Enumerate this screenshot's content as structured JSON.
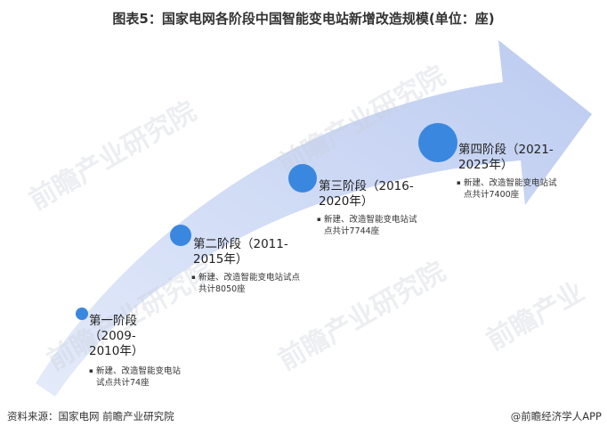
{
  "title": "图表5：国家电网各阶段中国智能变电站新增改造规模(单位：座)",
  "stages": [
    {
      "label": "第一阶段（2009-2010年）",
      "desc": "新建、改造智能变电站试点共计74座",
      "count": 74
    },
    {
      "label": "第二阶段（2011-2015年）",
      "desc": "新建、改造智能变电站试点共计8050座",
      "count": 8050
    },
    {
      "label": "第三阶段（2016-2020年）",
      "desc": "新建、改造智能变电站试点共计7744座",
      "count": 7744
    },
    {
      "label": "第四阶段（2021-2025年）",
      "desc": "新建、改造智能变电站试点共计7400座",
      "count": 7400
    }
  ],
  "watermark": "前瞻产业研究院",
  "footer": {
    "source": "资料来源：国家电网 前瞻产业研究院",
    "credit": "@前瞻经济学人APP"
  },
  "colors": {
    "arrow": "#c9d6f3",
    "dot": "#3a87e0"
  }
}
